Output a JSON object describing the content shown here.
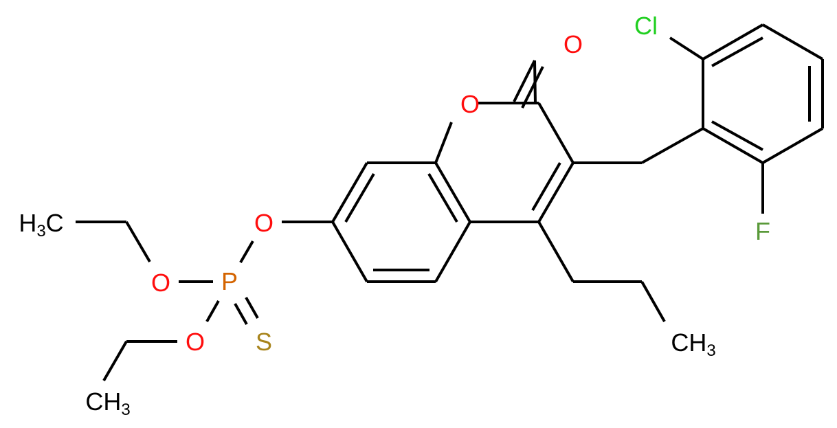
{
  "diagram": {
    "type": "chemical-structure",
    "colors": {
      "bond": "#000000",
      "oxygen": "#ff0d0d",
      "phosphorus": "#d46400",
      "sulfur": "#a8841c",
      "chlorine": "#1fcf1f",
      "fluorine": "#5a9a3a",
      "carbon": "#000000"
    },
    "atoms": {
      "carbonyl_o": {
        "label": "O"
      },
      "ring_o": {
        "label": "O"
      },
      "aryl_o": {
        "label": "O"
      },
      "ester_o_upper": {
        "label": "O"
      },
      "ester_o_lower": {
        "label": "O"
      },
      "phosphorus": {
        "label": "P"
      },
      "sulfur": {
        "label": "S"
      },
      "chlorine": {
        "label": "Cl"
      },
      "fluorine": {
        "label": "F"
      },
      "methyl_upper": {
        "main": "H",
        "sub": "3",
        "tail": "C"
      },
      "methyl_lower": {
        "main": "CH",
        "sub": "3"
      },
      "methyl_propyl": {
        "main": "CH",
        "sub": "3"
      }
    }
  }
}
